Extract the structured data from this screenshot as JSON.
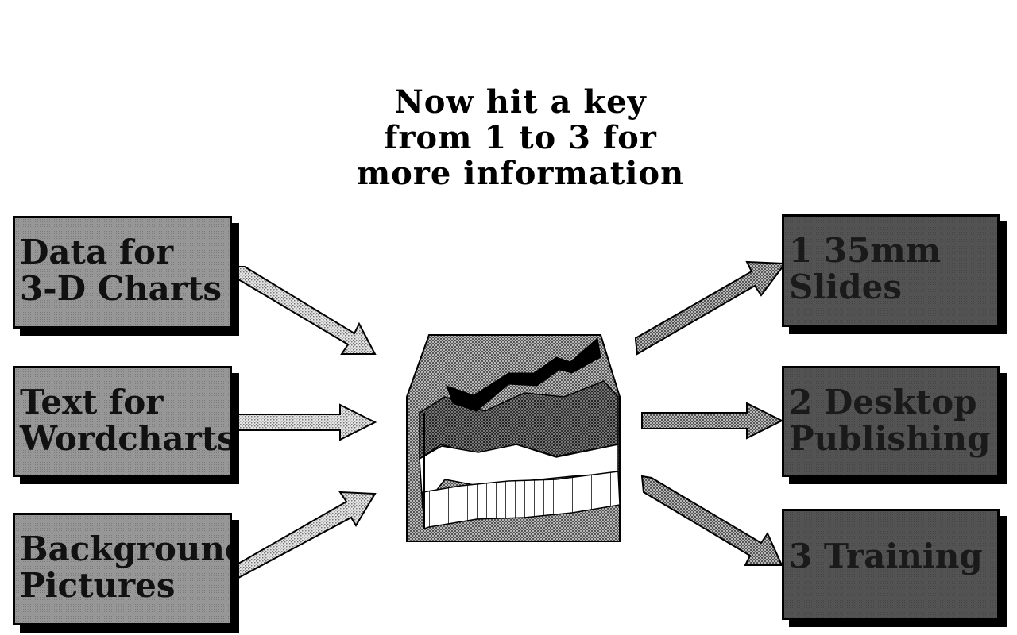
{
  "headline": {
    "line1": "Now hit a key",
    "line2": "from 1 to 3 for",
    "line3": "more information"
  },
  "inputs": [
    {
      "line1": "Data for",
      "line2": "3-D Charts"
    },
    {
      "line1": "Text for",
      "line2": "Wordcharts"
    },
    {
      "line1": "Background",
      "line2": "Pictures"
    }
  ],
  "outputs": [
    {
      "line1": "1 35mm",
      "line2": "Slides"
    },
    {
      "line1": "2 Desktop",
      "line2": "Publishing"
    },
    {
      "line1": "3 Training",
      "line2": ""
    }
  ],
  "center_icon": "3d-chart-icon",
  "colors": {
    "ink": "#000000",
    "background": "#ffffff",
    "light_pattern": "#d8d8d8",
    "dark_pattern": "#8d8d8d"
  }
}
